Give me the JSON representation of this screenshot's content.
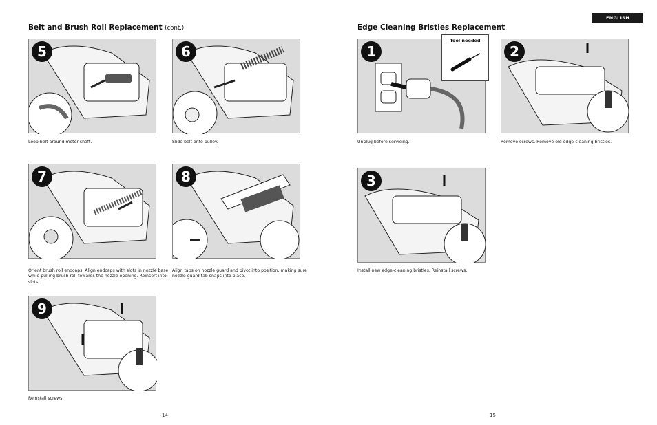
{
  "header": {
    "left_title": "Belt and Brush Roll Replacement",
    "left_title_suffix": "(cont.)",
    "right_title": "Edge Cleaning Bristles Replacement",
    "language": "ENGLISH"
  },
  "left_steps": [
    {
      "number": "5",
      "caption": "Loop belt around motor shaft."
    },
    {
      "number": "6",
      "caption": "Slide belt onto pulley."
    },
    {
      "number": "7",
      "caption": "Orient brush roll endcaps. Align endcaps with slots in nozzle base while pulling brush roll towards the nozzle opening. Reinsert into slots."
    },
    {
      "number": "8",
      "caption": "Align tabs on nozzle guard and pivot into position, making sure nozzle guard tab snaps into place."
    },
    {
      "number": "9",
      "caption": "Reinstall screws."
    }
  ],
  "right_steps": [
    {
      "number": "1",
      "caption": "Unplug before servicing.",
      "tool_label": "Tool needed"
    },
    {
      "number": "2",
      "caption": "Remove screws. Remove old edge-cleaning bristles."
    },
    {
      "number": "3",
      "caption": "Install new edge-cleaning bristles. Reinstall screws."
    }
  ],
  "footer": {
    "left_page": "14",
    "right_page": "15"
  },
  "colors": {
    "panel": "#dcdcdc",
    "badge": "#111111",
    "accent_bar": "#1a1a1a"
  }
}
